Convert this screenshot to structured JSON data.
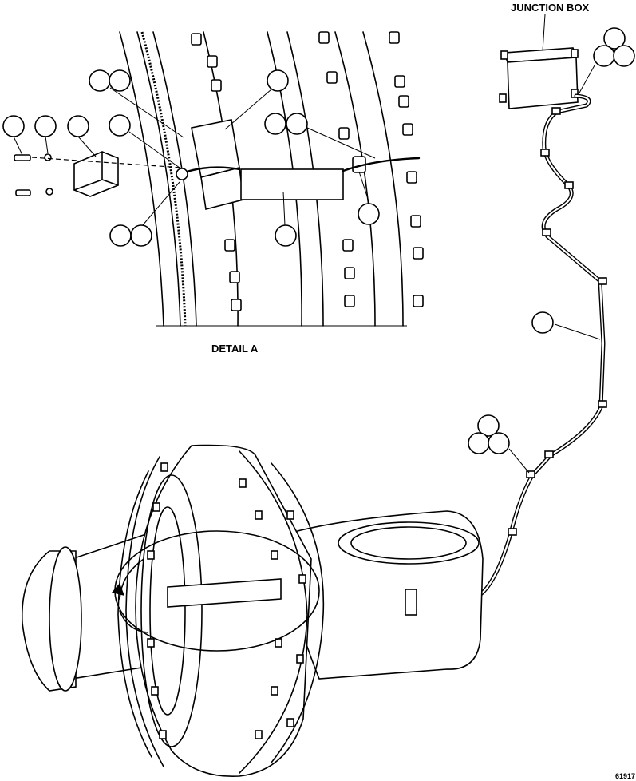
{
  "labels": {
    "junction_box": "JUNCTION BOX",
    "detail": "DETAIL A",
    "view_marker": "A",
    "drawing_number": "61917"
  }
}
